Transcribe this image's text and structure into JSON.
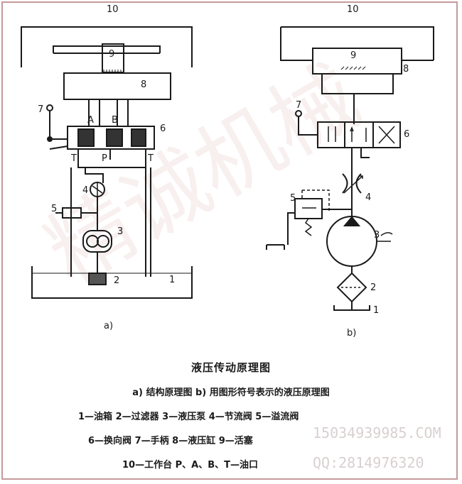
{
  "diagram_a": {
    "labels": {
      "n10": "10",
      "n9": "9",
      "n8": "8",
      "n7": "7",
      "n6": "6",
      "nA": "A",
      "nB": "B",
      "nP": "P",
      "nT1": "T",
      "nT2": "T",
      "n5": "5",
      "n4": "4",
      "n3": "3",
      "n2": "2",
      "n1": "1"
    },
    "sublabel": "a)"
  },
  "diagram_b": {
    "labels": {
      "n10": "10",
      "n9": "9",
      "n8": "8",
      "n7": "7",
      "n6": "6",
      "n5": "5",
      "n4": "4",
      "n3": "3",
      "n2": "2",
      "n1": "1"
    },
    "sublabel": "b)"
  },
  "caption": {
    "title": "液压传动原理图",
    "subtitle": "a) 结构原理图  b) 用图形符号表示的液压原理图",
    "legend": [
      "1—油箱  2—过滤器  3—液压泵  4—节流阀  5—溢流阀",
      "6—换向阀  7—手柄  8—液压缸  9—活塞",
      "10—工作台  P、A、B、T—油口"
    ]
  },
  "watermark": {
    "text": "精诚机械",
    "line1": "15034939985.COM",
    "line2": "QQ:2814976320"
  }
}
